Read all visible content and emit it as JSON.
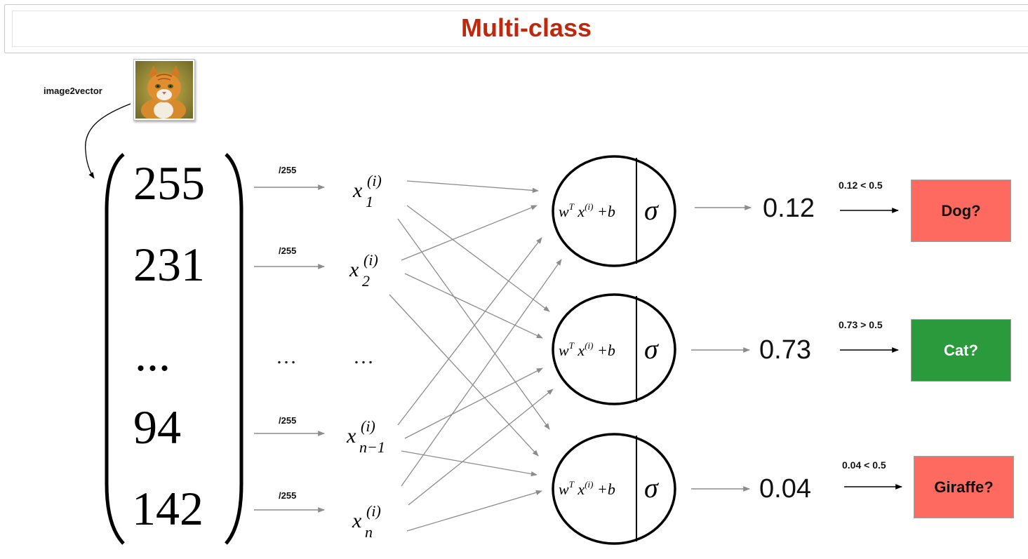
{
  "title": "Multi-class",
  "caption": "image2vector",
  "pixels": [
    "255",
    "231",
    "...",
    "94",
    "142"
  ],
  "normalize_label": "/255",
  "ellipsis": "…",
  "inputs": {
    "var": "x",
    "sup": "(i)",
    "subs": [
      "1",
      "2",
      "n−1",
      "n"
    ]
  },
  "neuron": {
    "w": "w",
    "wT": "T",
    "x": "x",
    "xi": "(i)",
    "plus_b": "+b",
    "sigma": "σ"
  },
  "outputs": [
    {
      "prob": "0.12",
      "compare": "0.12 < 0.5",
      "label": "Dog?",
      "color": "#ff6a60",
      "text_color": "#111111"
    },
    {
      "prob": "0.73",
      "compare": "0.73 > 0.5",
      "label": "Cat?",
      "color": "#2a9a3c",
      "text_color": "#ffffff"
    },
    {
      "prob": "0.04",
      "compare": "0.04 < 0.5",
      "label": "Giraffe?",
      "color": "#ff6a60",
      "text_color": "#111111"
    }
  ],
  "colors": {
    "title": "#c0280e",
    "arrow": "#8c8c8c"
  }
}
